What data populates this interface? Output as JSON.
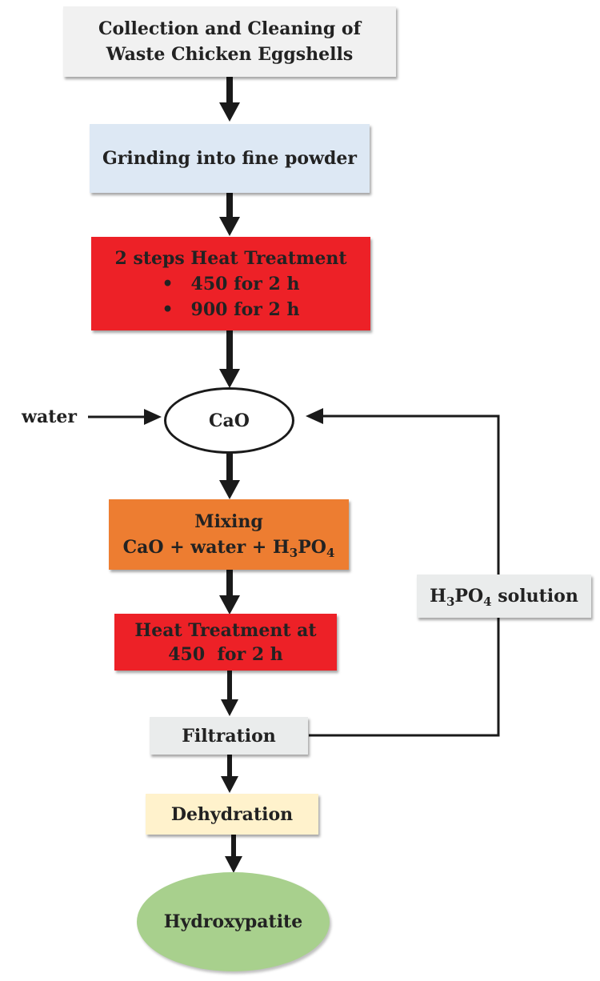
{
  "nodes": {
    "collection": {
      "line1": "Collection and Cleaning of",
      "line2": "Waste Chicken Eggshells"
    },
    "grinding": {
      "text": "Grinding into fine powder"
    },
    "heat_two_step": {
      "title": "2 steps Heat Treatment",
      "bullet": "•",
      "steps": [
        "450  for 2 h",
        "900  for 2 h"
      ]
    },
    "cao": {
      "text": "CaO"
    },
    "mixing": {
      "title": "Mixing",
      "line2_prefix": "CaO + water + H",
      "sub1": "3",
      "mid": "PO",
      "sub2": "4"
    },
    "heat_single": {
      "line1": "Heat Treatment at",
      "line2": "450  for 2 h"
    },
    "filtration": {
      "text": "Filtration"
    },
    "dehydration": {
      "text": "Dehydration"
    },
    "hydroxyapatite": {
      "text": "Hydroxypatite"
    }
  },
  "side_labels": {
    "water": "water",
    "acid": {
      "prefix": "H",
      "sub1": "3",
      "mid": "PO",
      "sub2": "4",
      "suffix": " solution"
    }
  },
  "colors": {
    "collection_fill": "#f1f1f1",
    "grinding_fill": "#dde8f4",
    "heat_fill": "#ed2127",
    "mixing_fill": "#ed7d31",
    "filtration_fill": "#eaecec",
    "dehydration_fill": "#fff2cc",
    "hydroxyapatite_fill": "#a8d08d",
    "acid_label_fill": "#eaecec",
    "arrow": "#1a1a1a"
  }
}
